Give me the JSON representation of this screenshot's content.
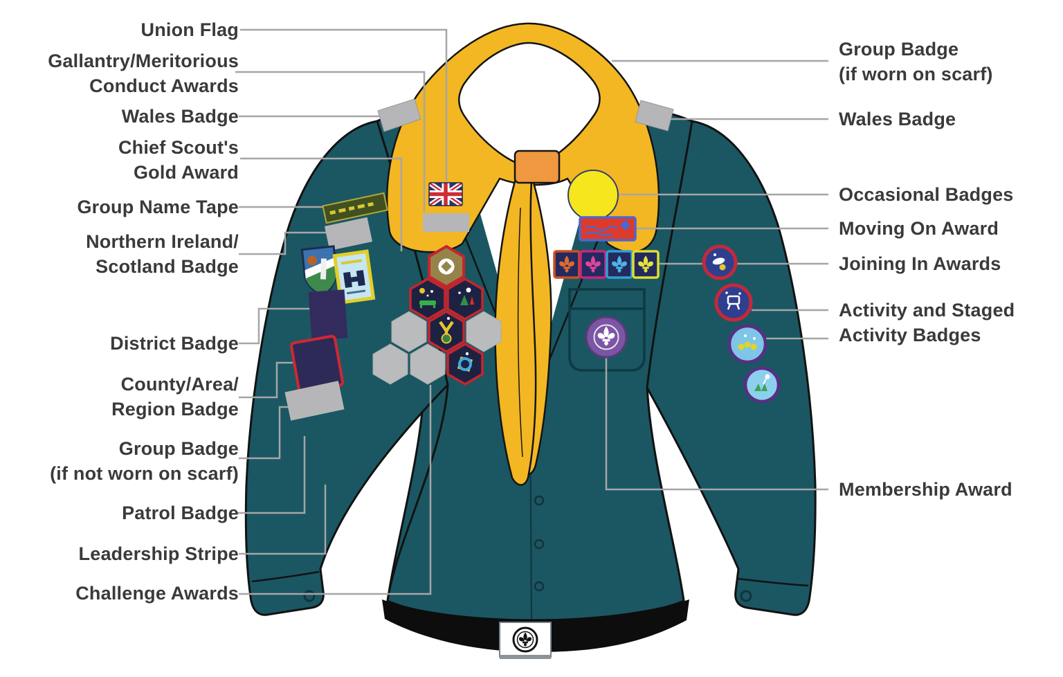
{
  "labels": {
    "left": [
      {
        "id": "union-flag",
        "text": "Union Flag",
        "points_to": "union-flag-patch"
      },
      {
        "id": "gallantry",
        "text": "Gallantry/Meritorious\nConduct Awards",
        "points_to": "gallantry-awards-position"
      },
      {
        "id": "wales-left",
        "text": "Wales Badge",
        "points_to": "left-shoulder-epaulette"
      },
      {
        "id": "chief-scout-gold",
        "text": "Chief Scout's\nGold Award",
        "points_to": "chief-scout-gold-award-hex"
      },
      {
        "id": "group-name-tape",
        "text": "Group Name Tape",
        "points_to": "group-name-tape"
      },
      {
        "id": "ni-scotland",
        "text": "Northern Ireland/\nScotland Badge",
        "points_to": "ni-scotland-badge-position"
      },
      {
        "id": "district",
        "text": "District Badge",
        "points_to": "district-badge"
      },
      {
        "id": "county",
        "text": "County/Area/\nRegion Badge",
        "points_to": "county-area-region-badge"
      },
      {
        "id": "group-not-scarf",
        "text": "Group Badge\n(if not worn on scarf)",
        "points_to": "group-badge-position"
      },
      {
        "id": "patrol",
        "text": "Patrol Badge",
        "points_to": "patrol-badge-position"
      },
      {
        "id": "leadership",
        "text": "Leadership Stripe",
        "points_to": "leadership-stripe-position"
      },
      {
        "id": "challenge",
        "text": "Challenge Awards",
        "points_to": "challenge-award-hexes"
      }
    ],
    "right": [
      {
        "id": "group-scarf",
        "text": "Group Badge\n(if worn on scarf)",
        "points_to": "scarf"
      },
      {
        "id": "wales-right",
        "text": "Wales Badge",
        "points_to": "right-shoulder-epaulette"
      },
      {
        "id": "occasional",
        "text": "Occasional Badges",
        "points_to": "occasional-badge-circle"
      },
      {
        "id": "moving-on",
        "text": "Moving On Award",
        "points_to": "moving-on-award"
      },
      {
        "id": "joining-in",
        "text": "Joining In Awards",
        "points_to": "joining-in-award-squares"
      },
      {
        "id": "activity",
        "text": "Activity and Staged\nActivity Badges",
        "points_to": "right-sleeve-activity-badges"
      },
      {
        "id": "membership",
        "text": "Membership Award",
        "points_to": "membership-award-badge"
      }
    ]
  },
  "badges": [
    "union-flag-patch",
    "gallantry-awards-bar",
    "wales-epaulette-left",
    "wales-epaulette-right",
    "chief-scout-gold-hex",
    "challenge-award-hexes",
    "group-name-tape",
    "ni-shield-badge",
    "scotland-badge",
    "district-badge",
    "county-area-region-badge",
    "group-badge-placeholder",
    "occasional-yellow-circle",
    "moving-on-award",
    "joining-in-squares",
    "membership-award",
    "activity-staged-circles",
    "belt-buckle-scout-emblem"
  ],
  "colors": {
    "jersey_teal": "#1a5763",
    "outline_black": "#121212",
    "scarf_yellow": "#f2b722",
    "woggle_orange": "#ef9840",
    "placeholder_grey": "#b6b6b8",
    "leader_line_grey": "#a6a6a6",
    "label_text": "#3a3a3a",
    "challenge_hex_navy": "#1d2243",
    "challenge_hex_red_border": "#c8242c",
    "chief_scout_gold": "#968349",
    "membership_purple": "#7c55a4",
    "occasional_yellow": "#f6e61e",
    "moving_on_red": "#de3a2a",
    "moving_on_blue_border": "#4f66cf",
    "joining_in_field_navy": "#242a5e",
    "joining_in_borders": [
      "#cf4f1e",
      "#cb2384",
      "#2f9fd6",
      "#dfdf2b"
    ],
    "activity_red_ring": "#c4293a",
    "activity_blue_field": "#2e3f90",
    "staged_purple_ring": "#5a2d85",
    "staged_lightblue_field": "#8cd0ee",
    "waistband_black": "#0d0d0d"
  }
}
